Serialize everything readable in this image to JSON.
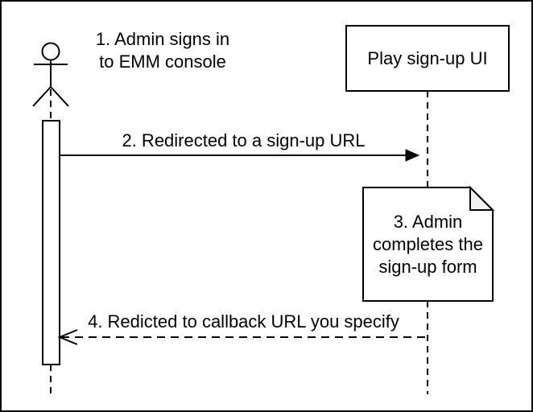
{
  "diagram_type": "uml-sequence-diagram",
  "colors": {
    "stroke": "#000000",
    "shape_fill": "#ffffff",
    "note_fold_fill": "#f2f2f2",
    "canvas_background": "#ffffff"
  },
  "participants": [
    {
      "kind": "actor",
      "label_lines": [
        "1. Admin signs in",
        "to EMM console"
      ]
    },
    {
      "kind": "object-box",
      "label": "Play sign-up UI"
    }
  ],
  "messages": [
    {
      "step": 2,
      "label": "2. Redirected to a sign-up URL",
      "from": "actor",
      "to": "object-box",
      "line_style": "solid",
      "arrowhead": "filled-triangle-right"
    },
    {
      "step": 4,
      "label": "4. Redicted to callback URL you specify",
      "from": "object-box",
      "to": "actor",
      "line_style": "dashed",
      "arrowhead": "open-left"
    }
  ],
  "note": {
    "step": 3,
    "label_lines": [
      "3. Admin",
      "completes the",
      "sign-up form"
    ]
  }
}
